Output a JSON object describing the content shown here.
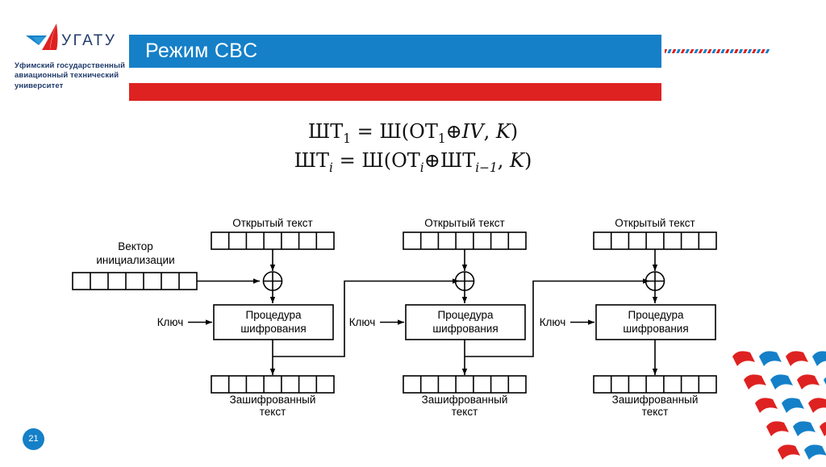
{
  "slide": {
    "title": "Режим CBC",
    "page_number": "21",
    "accent_blue": "#1580c8",
    "accent_red": "#de2221"
  },
  "logo": {
    "acronym": "УГАТУ",
    "caption_line1": "Уфимский государственный",
    "caption_line2": "авиационный технический",
    "caption_line3": "университет"
  },
  "formula": {
    "line1": {
      "lhs": "ШТ",
      "lhs_sub": "1",
      "eq": " = ",
      "rhs_fn": "Ш(",
      "rhs_a": "ОТ",
      "rhs_a_sub": "1",
      "xor": "⊕",
      "rhs_b": "IV",
      "comma": ", ",
      "key": "K",
      "close": ")"
    },
    "line2": {
      "lhs": "ШТ",
      "lhs_sub": "i",
      "eq": " = ",
      "rhs_fn": "Ш(",
      "rhs_a": "ОТ",
      "rhs_a_sub": "i",
      "xor": "⊕",
      "rhs_b": "ШТ",
      "rhs_b_sub": "i−1",
      "comma": ", ",
      "key": "K",
      "close": ")"
    }
  },
  "diagram": {
    "iv_label_line1": "Вектор",
    "iv_label_line2": "инициализации",
    "iv_cells": 7,
    "plaintext_label": "Открытый текст",
    "plaintext_cells": 7,
    "key_label": "Ключ",
    "cipher_box_line1": "Процедура",
    "cipher_box_line2": "шифрования",
    "ciphertext_label_line1": "Зашифрованный",
    "ciphertext_label_line2": "текст",
    "ciphertext_cells": 7,
    "xor_symbol": "⊕",
    "blocks": [
      {
        "index": "1",
        "plaintext_label": "Открытый текст",
        "key_label": "Ключ",
        "cipher_box_line1": "Процедура",
        "cipher_box_line2": "шифрования",
        "ciphertext_label_line1": "Зашифрованный",
        "ciphertext_label_line2": "текст"
      },
      {
        "index": "2",
        "plaintext_label": "Открытый текст",
        "key_label": "Ключ",
        "cipher_box_line1": "Процедура",
        "cipher_box_line2": "шифрования",
        "ciphertext_label_line1": "Зашифрованный",
        "ciphertext_label_line2": "текст"
      },
      {
        "index": "3",
        "plaintext_label": "Открытый текст",
        "key_label": "Ключ",
        "cipher_box_line1": "Процедура",
        "cipher_box_line2": "шифрования",
        "ciphertext_label_line1": "Зашифрованный",
        "ciphertext_label_line2": "текст"
      }
    ]
  },
  "decoration": {
    "flag_red": "#de2221",
    "flag_blue": "#1580c8"
  }
}
